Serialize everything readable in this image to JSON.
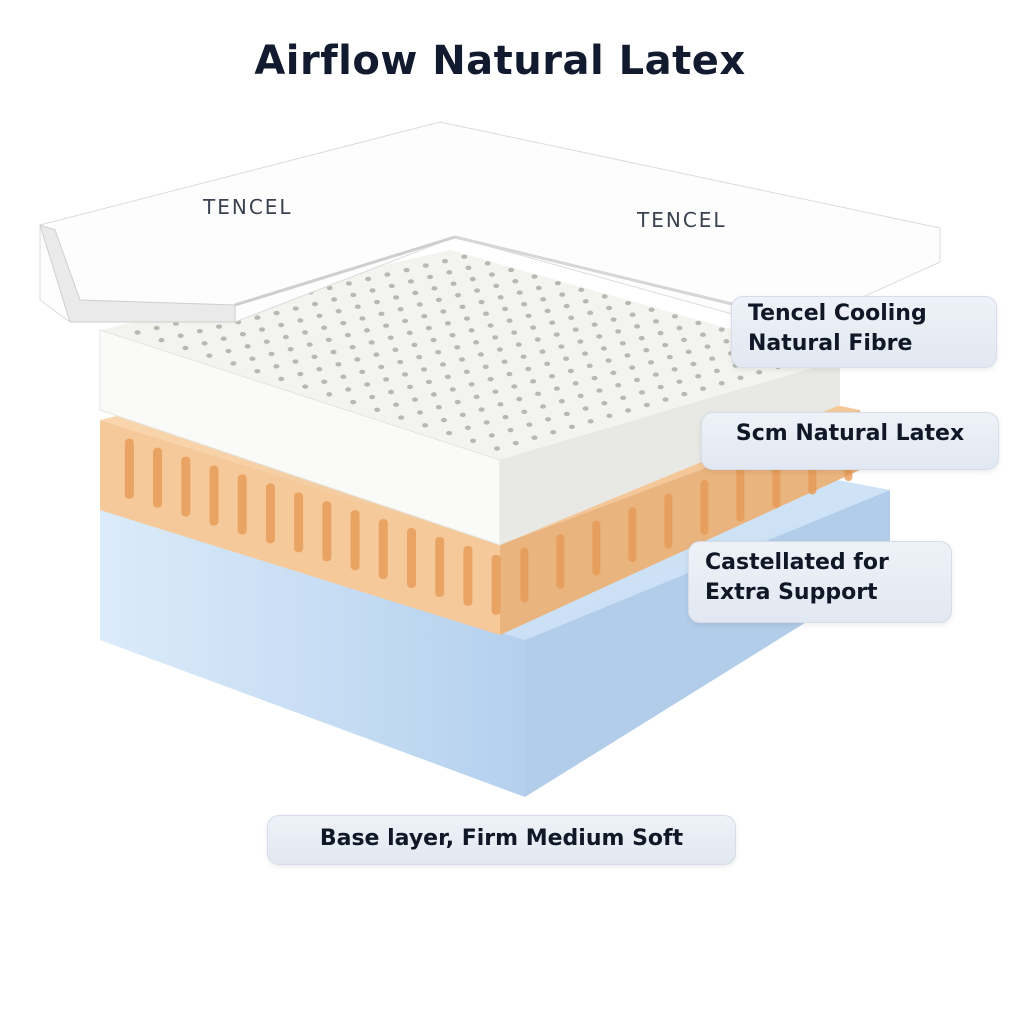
{
  "title": "Airflow Natural Latex",
  "cover_text": [
    "TENCEL",
    "TENCEL"
  ],
  "labels": {
    "cover": [
      "Tencel Cooling",
      "Natural Fibre"
    ],
    "latex": "Scm Natural Latex",
    "castellated": [
      "Castellated for",
      "Extra Support"
    ],
    "base": "Base layer, Firm Medium Soft"
  },
  "colors": {
    "base": "#cfe3f7",
    "castellated": "#f6c99a",
    "latex": "#f4f4f1",
    "cover": "#ffffff",
    "title": "#111a2e"
  }
}
